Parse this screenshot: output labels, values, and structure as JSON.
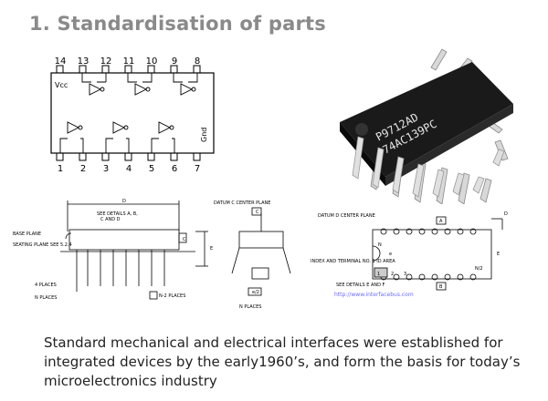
{
  "slide": {
    "title": "1. Standardisation of parts",
    "caption": "Standard mechanical and electrical interfaces were established for integrated devices by the early1960’s, and form the basis for today’s microelectronics industry"
  },
  "pinout": {
    "top_pins": [
      "14",
      "13",
      "12",
      "11",
      "10",
      "9",
      "8"
    ],
    "bottom_pins": [
      "1",
      "2",
      "3",
      "4",
      "5",
      "6",
      "7"
    ],
    "vcc_label": "Vcc",
    "gnd_label": "Gnd"
  },
  "chip_photo": {
    "marking_line1": "P9712AD",
    "marking_line2": "74AC139PC"
  },
  "mech_drawing": {
    "labels": {
      "d": "D",
      "details": "SEE DETAILS A, B,",
      "details2": "C AND D",
      "base_plane": "BASE\nPLANE",
      "seating_plane": "SEATING\nPLANE\nSEE 5.2.4",
      "four_places": "4 PLACES",
      "n_places_left": "N PLACES",
      "n2_places": "N-2 PLACES",
      "e_over_2": "e/2",
      "datum_c": "DATUM C\nCENTER\nPLANE",
      "c": "C",
      "n_places_right": "N PLACES",
      "datum_d": "DATUM D\nCENTER PLANE",
      "index_area": "INDEX AND\nTERMINAL NO. 1\nID AREA",
      "see_details_e_f": "SEE DETAILS E AND F",
      "a": "A",
      "b": "B",
      "e": "E",
      "e_small": "e",
      "n_over_2": "N/2",
      "n": "N",
      "one": "1",
      "two": "2",
      "three": "3",
      "d_box": "D"
    },
    "url": "http://www.interfacebus.com"
  }
}
